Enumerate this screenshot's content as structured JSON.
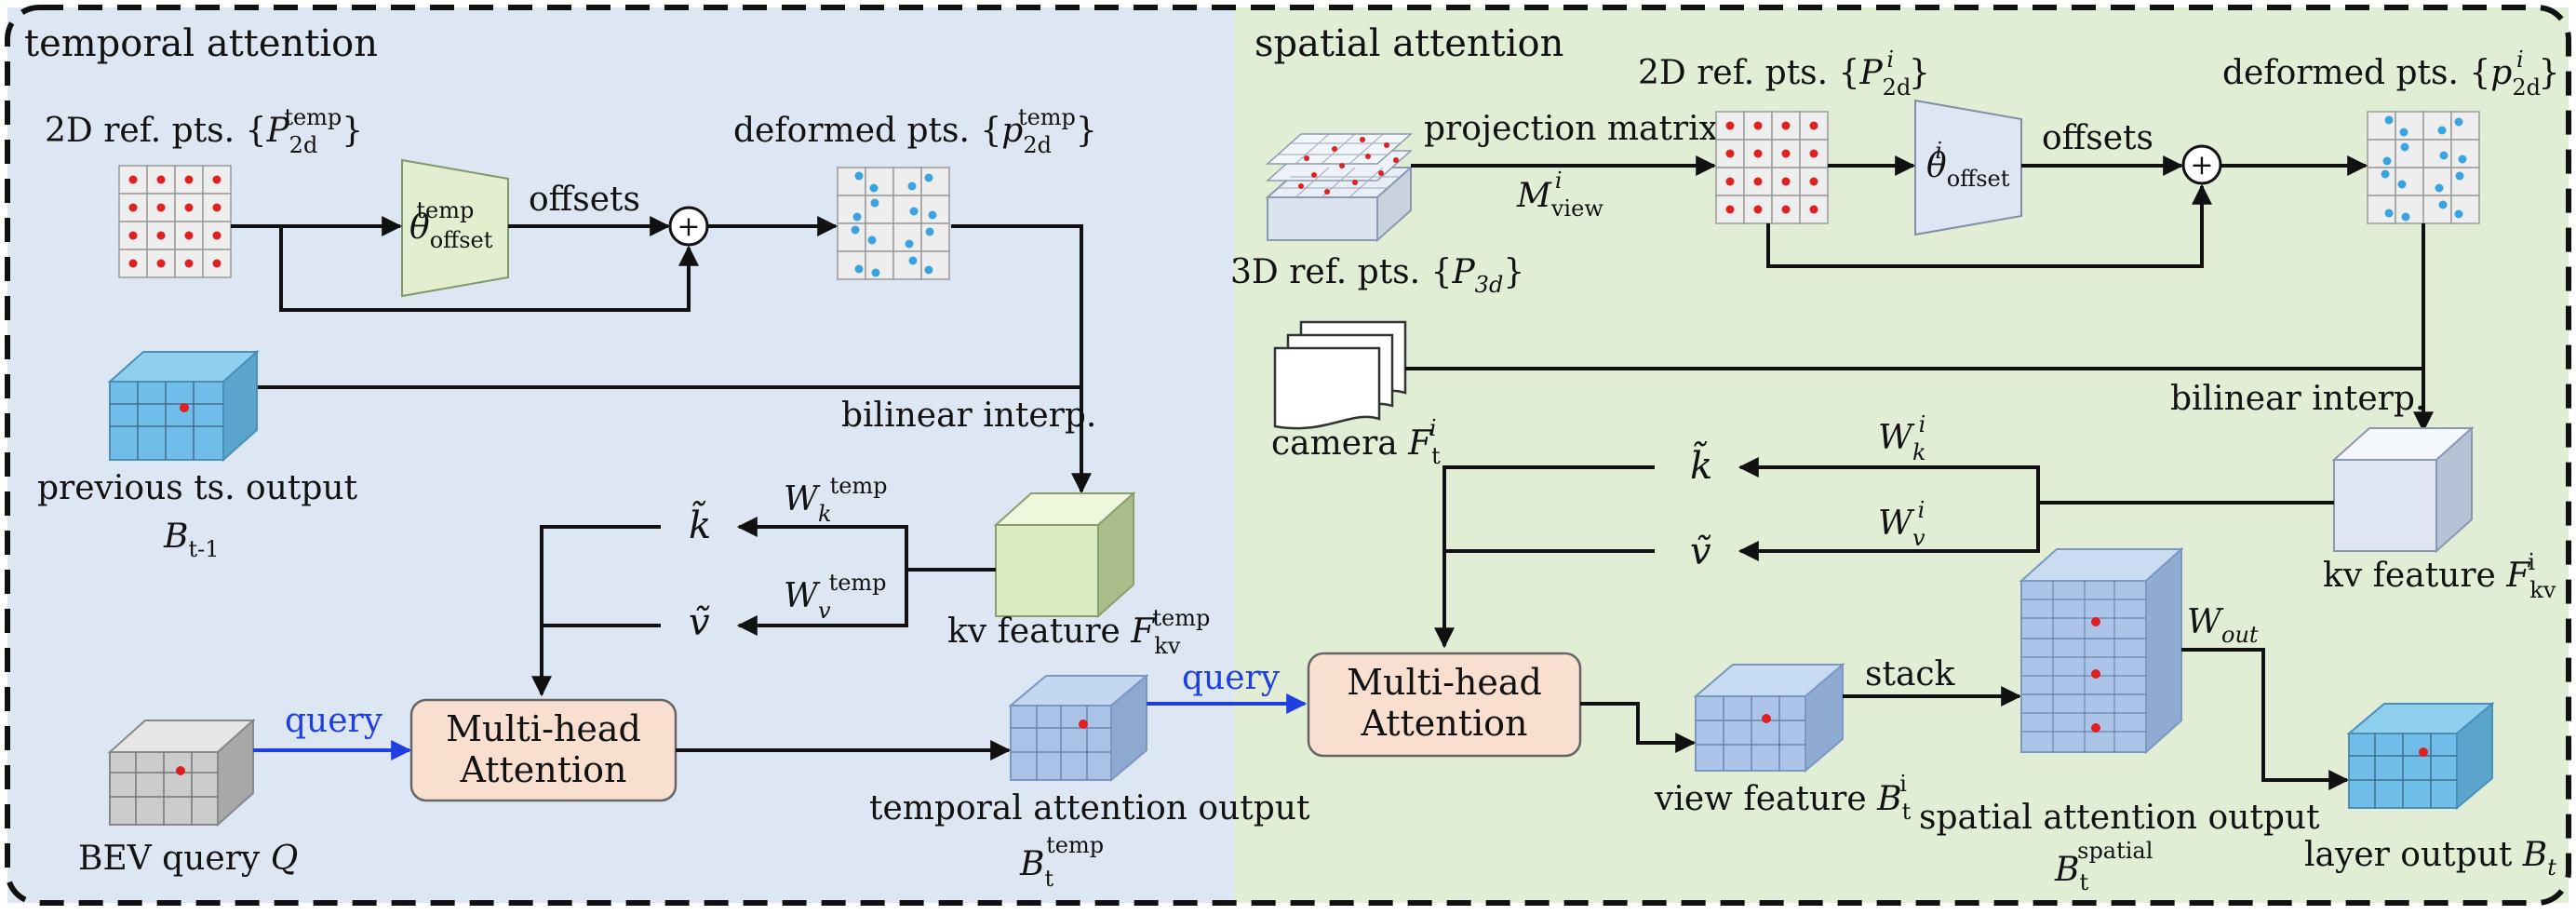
{
  "sections": {
    "temporal": {
      "title": "temporal attention"
    },
    "spatial": {
      "title": "spatial attention"
    }
  },
  "colors": {
    "temporal_bg": "#dde6f3",
    "spatial_bg": "#e1edd4",
    "attention_box": "#f8dfcf",
    "offset_box": "#e3eed0",
    "spatial_offset_box": "#dde6f2",
    "query_arrow": "#1f3fe0",
    "ref_point": "#e02020",
    "deformed_point": "#3aa3e0",
    "grid_cell": "#eeeeee"
  },
  "temporal": {
    "ref_pts": {
      "text": "2D ref. pts. {",
      "sym": "P",
      "sub": "2d",
      "sup": "temp",
      "close": "}"
    },
    "offset_net": {
      "sym": "θ",
      "sub": "offset",
      "sup": "temp"
    },
    "offsets_label": "offsets",
    "plus": "+",
    "deformed": {
      "text": "deformed pts. {",
      "sym": "p",
      "sub": "2d",
      "sup": "temp",
      "close": "}"
    },
    "bilinear": "bilinear interp.",
    "prev_output": {
      "line1": "previous ts. output",
      "sym": "B",
      "sub": "t-1"
    },
    "k": "k̃",
    "v": "ṽ",
    "wk": {
      "sym": "W",
      "sub": "k",
      "sup": "temp"
    },
    "wv": {
      "sym": "W",
      "sub": "v",
      "sup": "temp"
    },
    "kv_feature": {
      "text": "kv feature ",
      "sym": "F",
      "sub": "kv",
      "sup": "temp"
    },
    "query_label": "query",
    "mha": {
      "line1": "Multi-head",
      "line2": "Attention"
    },
    "bev_query": {
      "text": "BEV query ",
      "sym": "Q"
    },
    "output": {
      "line1": "temporal attention output",
      "sym": "B",
      "sub": "t",
      "sup": "temp"
    }
  },
  "spatial": {
    "projection": "projection matrix",
    "m_view": {
      "sym": "M",
      "sub": "view",
      "sup": "i"
    },
    "ref_3d": {
      "text": "3D ref. pts. {",
      "sym": "P",
      "sub": "3d",
      "close": "}"
    },
    "ref_2d": {
      "text": "2D ref. pts. {",
      "sym": "P",
      "sub": "2d",
      "sup": "i",
      "close": "}"
    },
    "offset_net": {
      "sym": "θ",
      "sub": "offset",
      "sup": "i"
    },
    "offsets_label": "offsets",
    "plus": "+",
    "deformed": {
      "text": "deformed pts. {",
      "sym": "p",
      "sub": "2d",
      "sup": "i",
      "close": "}"
    },
    "camera": {
      "text": "camera ",
      "sym": "F",
      "sub": "t",
      "sup": "i"
    },
    "bilinear": "bilinear interp.",
    "k": "k̃",
    "v": "ṽ",
    "wk": {
      "sym": "W",
      "sub": "k",
      "sup": "i"
    },
    "wv": {
      "sym": "W",
      "sub": "v",
      "sup": "i"
    },
    "kv_feature": {
      "text": "kv feature ",
      "sym": "F",
      "sub": "kv",
      "sup": "i"
    },
    "query_label": "query",
    "mha": {
      "line1": "Multi-head",
      "line2": "Attention"
    },
    "view_feature": {
      "text": "view feature ",
      "sym": "B",
      "sub": "t",
      "sup": "i"
    },
    "stack": "stack",
    "w_out": {
      "sym": "W",
      "sub": "out"
    },
    "output": {
      "line1": "spatial attention output",
      "sym": "B",
      "sub": "t",
      "sup": "spatial"
    },
    "layer_output": {
      "text": "layer output ",
      "sym": "B",
      "sub": "t"
    }
  }
}
